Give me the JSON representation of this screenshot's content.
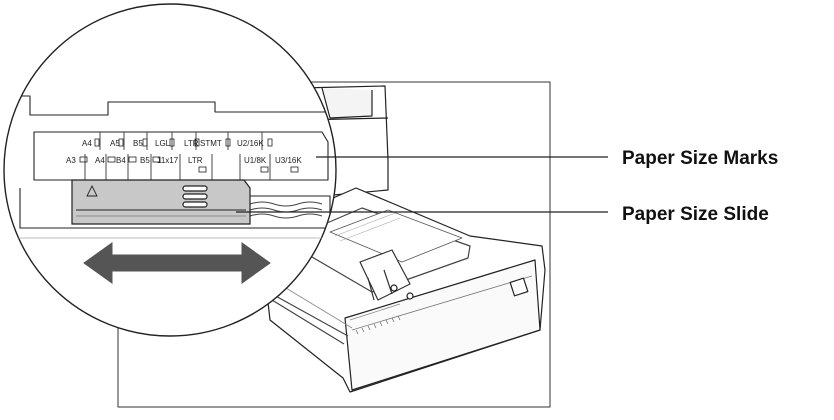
{
  "callouts": {
    "marks": "Paper Size Marks",
    "slide": "Paper Size Slide"
  },
  "scale": {
    "top_row": [
      "A4",
      "A5",
      "B5",
      "LGL",
      "LTR",
      "STMT",
      "U2/16K"
    ],
    "bottom_row": [
      "A3",
      "A4",
      "B4",
      "B5",
      "11x17",
      "LTR",
      "U1/8K",
      "U3/16K"
    ]
  },
  "icons": {
    "slide_pointer": "triangle-pointer-icon",
    "grip": "grip-lines-icon",
    "arrow": "double-arrow-icon",
    "portrait": "portrait-sheet-icon",
    "landscape": "landscape-sheet-icon"
  }
}
